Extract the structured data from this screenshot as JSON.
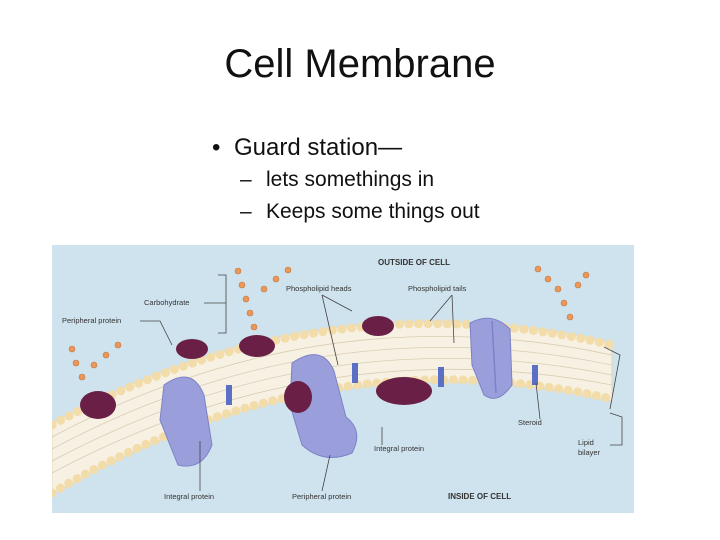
{
  "slide": {
    "title": "Cell Membrane",
    "bullet": "Guard station—",
    "sub_bullets": [
      "lets somethings in",
      "Keeps some things out"
    ]
  },
  "diagram": {
    "labels": {
      "outside": "OUTSIDE OF CELL",
      "inside": "INSIDE OF CELL",
      "carbohydrate": "Carbohydrate",
      "peripheral_top": "Peripheral protein",
      "phospholipid_heads": "Phospholipid heads",
      "phospholipid_tails": "Phospholipid tails",
      "steroid": "Steroid",
      "integral_mid": "Integral protein",
      "lipid": "Lipid",
      "bilayer": "bilayer",
      "integral_bottom": "Integral protein",
      "peripheral_bottom": "Peripheral protein"
    },
    "colors": {
      "background": "#cfe3ee",
      "head": "#f2dcaa",
      "tail": "#f7f1e4",
      "protein": "#9a9fdc",
      "peripheral": "#6a2046",
      "carbohydrate": "#e8965a",
      "steroid": "#5b6fc4"
    }
  }
}
